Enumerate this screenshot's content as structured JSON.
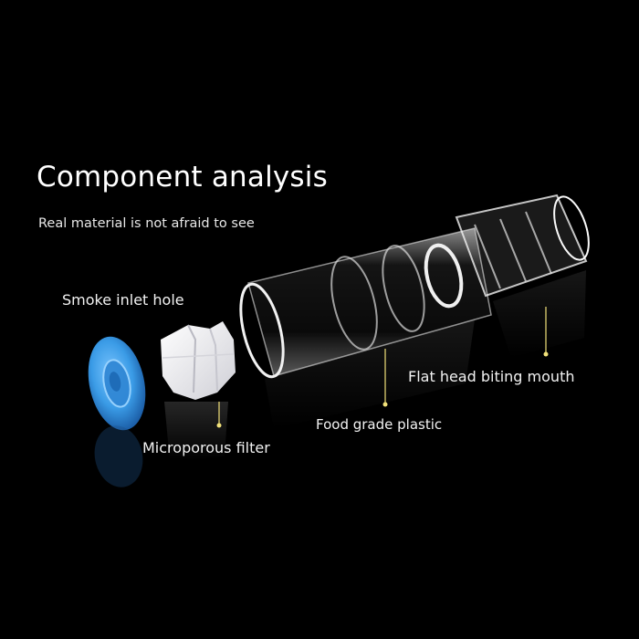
{
  "heading": {
    "title": "Component analysis",
    "subtitle": "Real material is not afraid to see"
  },
  "labels": {
    "smoke_inlet": "Smoke inlet hole",
    "filter": "Microporous filter",
    "plastic": "Food grade plastic",
    "mouth": "Flat head biting mouth"
  },
  "colors": {
    "background": "#000000",
    "inlet_blue": "#3a9be6",
    "leader_dot": "#f2e27a"
  },
  "icons": [
    "smoke-inlet-disc",
    "microporous-filter-block",
    "clear-tube-holder",
    "flat-mouthpiece"
  ]
}
